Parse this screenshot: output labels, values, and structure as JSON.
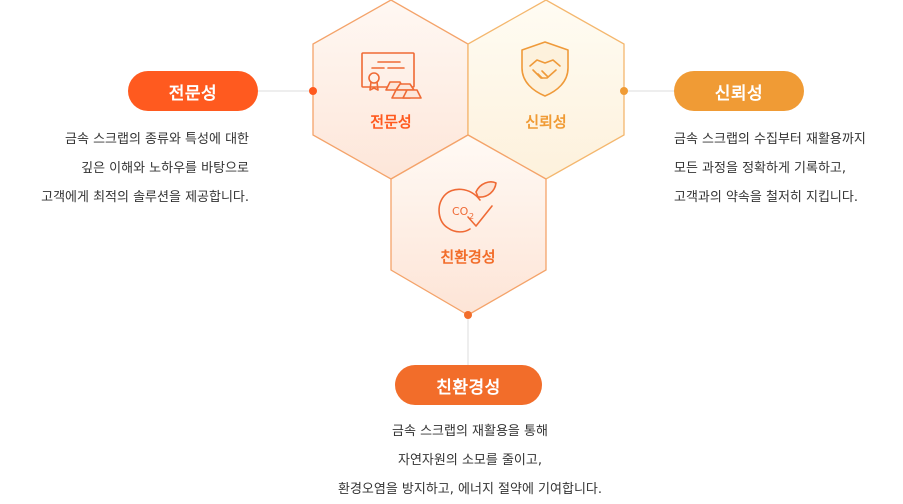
{
  "expertise": {
    "pill_label": "전문성",
    "hex_label": "전문성",
    "icon": "certificate-gold-bars-icon",
    "lines": [
      "금속 스크랩의 종류와 특성에 대한",
      "깊은 이해와 노하우를 바탕으로",
      "고객에게 최적의 솔루션을 제공합니다."
    ]
  },
  "trust": {
    "pill_label": "신뢰성",
    "hex_label": "신뢰성",
    "icon": "handshake-shield-icon",
    "lines": [
      "금속 스크랩의 수집부터 재활용까지",
      "모든 과정을 정확하게 기록하고,",
      "고객과의 약속을 철저히 지킵니다."
    ]
  },
  "eco": {
    "pill_label": "친환경성",
    "hex_label": "친환경성",
    "icon": "co2-leaf-check-icon",
    "lines": [
      "금속 스크랩의 재활용을 통해",
      "자연자원의 소모를 줄이고,",
      "환경오염을 방지하고, 에너지 절약에 기여합니다."
    ]
  },
  "colors": {
    "expertise": "#ff5a1f",
    "trust": "#f09b35",
    "eco": "#f26d2a",
    "hex_stroke": "#f4a36a",
    "connector": "#dddddd"
  }
}
